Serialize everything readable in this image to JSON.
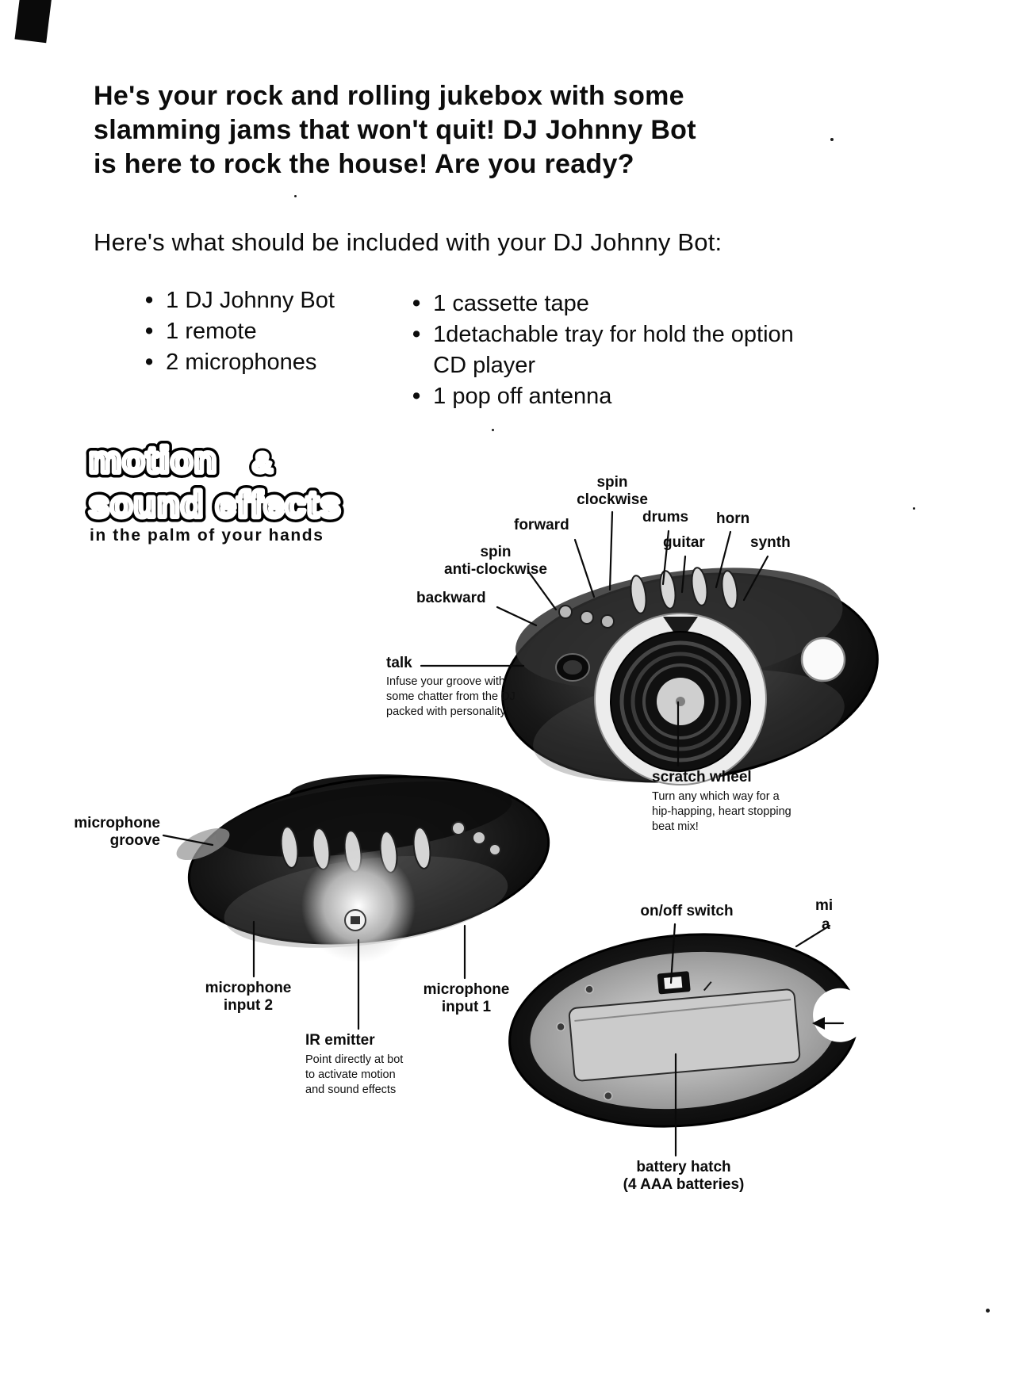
{
  "header": {
    "text": "He's your rock and rolling jukebox with some\nslamming jams that won't quit! DJ Johnny Bot\nis here to rock the house! Are you ready?"
  },
  "intro": {
    "text": "Here's what should be included with your DJ Johnny Bot:"
  },
  "included": {
    "left": [
      "1 DJ Johnny Bot",
      "1 remote",
      "2 microphones"
    ],
    "right": [
      "1 cassette tape",
      "1detachable tray for hold the option\nCD player",
      "1 pop off antenna"
    ]
  },
  "logo": {
    "motion": "motion",
    "ampersand": "&",
    "sound_effects": "sound effects",
    "tagline": "in the palm of your hands"
  },
  "top_diagram": {
    "spin_clockwise": "spin\nclockwise",
    "forward": "forward",
    "drums": "drums",
    "horn": "horn",
    "guitar": "guitar",
    "synth": "synth",
    "spin_anti_clockwise": "spin\nanti-clockwise",
    "backward": "backward",
    "talk": "talk",
    "talk_desc": "Infuse your groove with\nsome chatter from the DJ\npacked with personality!",
    "scratch_wheel": "scratch wheel",
    "scratch_wheel_desc": "Turn any which way for a\nhip-happing, heart stopping\nbeat mix!"
  },
  "middle_diagram": {
    "microphone_groove": "microphone\ngroove",
    "microphone_input_2": "microphone\ninput 2",
    "microphone_input_1": "microphone\ninput 1",
    "ir_emitter": "IR emitter",
    "ir_emitter_desc": "Point directly at bot\nto activate motion\nand sound effects"
  },
  "bottom_diagram": {
    "on_off_switch": "on/off switch",
    "partial_label_line1": "mi",
    "partial_label_line2": "a",
    "battery_hatch": "battery hatch\n(4 AAA batteries)"
  }
}
